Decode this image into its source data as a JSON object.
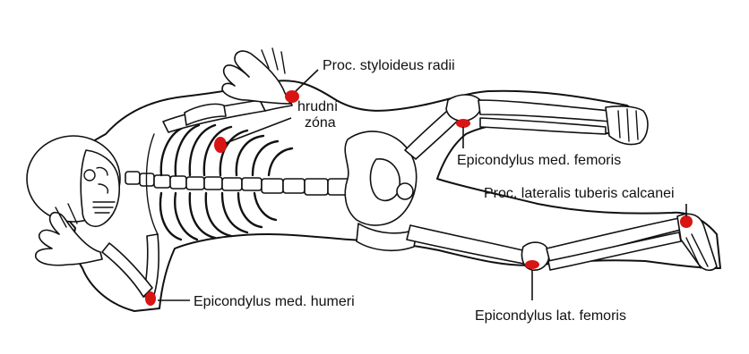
{
  "labels": {
    "proc_styloideus_radii": "Proc. styloideus radii",
    "hrudni": "hrudní",
    "zona": "zóna",
    "epicondylus_med_femoris": "Epicondylus med. femoris",
    "proc_lateralis_tuberis_calcanei": "Proc. lateralis tuberis calcanei",
    "epicondylus_med_humeri": "Epicondylus med. humeri",
    "epicondylus_lat_femoris": "Epicondylus lat. femoris"
  },
  "colors": {
    "marker": "#d81414",
    "line": "#111111",
    "background": "#ffffff"
  }
}
